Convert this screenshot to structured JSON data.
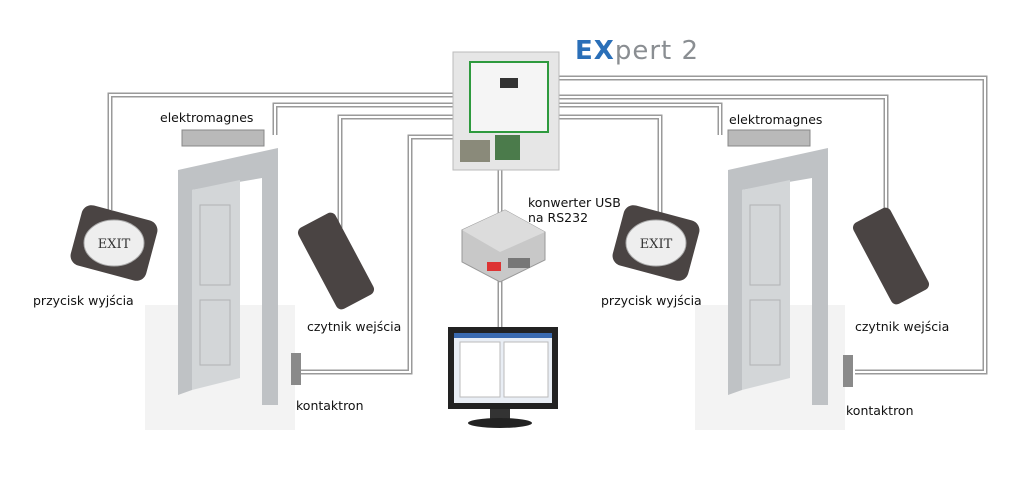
{
  "logo": {
    "brand_prefix": "EX",
    "brand_rest": "pert 2"
  },
  "labels": {
    "left_magnet": "elektromagnes",
    "right_magnet": "elektromagnes",
    "left_exit": "przycisk wyjścia",
    "right_exit": "przycisk wyjścia",
    "left_reader": "czytnik wejścia",
    "right_reader": "czytnik wejścia",
    "left_contact": "kontaktron",
    "right_contact": "kontaktron",
    "converter_line1": "konwerter USB",
    "converter_line2": "na RS232"
  },
  "exit_button_text": "EXIT",
  "colors": {
    "wire": "#9a9a9a",
    "door": "#c9cccf",
    "reader": "#4a4443",
    "logo_blue": "#2a6fb8"
  }
}
